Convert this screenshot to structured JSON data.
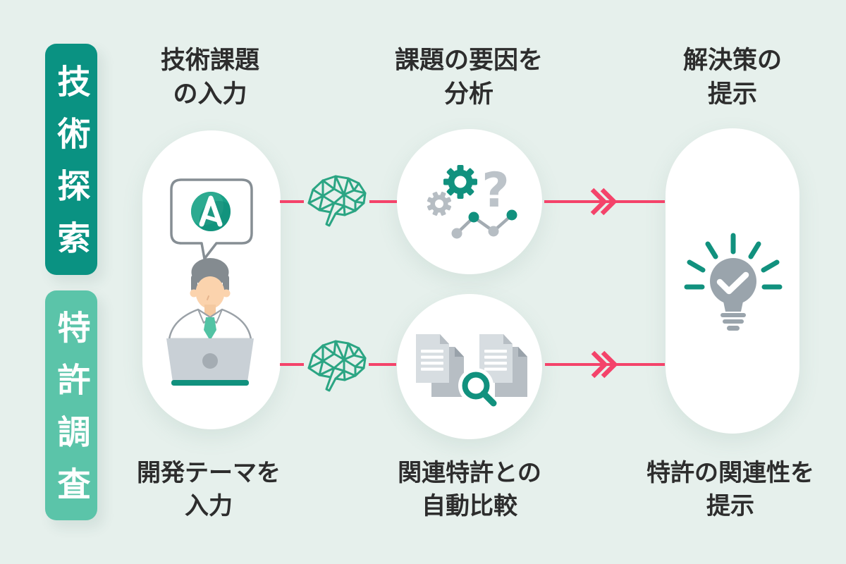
{
  "diagram_title": "",
  "left_rail": {
    "rows": [
      {
        "id": "technology-exploration",
        "label": "技術探索"
      },
      {
        "id": "patent-research",
        "label": "特許調査"
      }
    ]
  },
  "steps": {
    "top_row": [
      {
        "line1": "技術課題",
        "line2": "の入力"
      },
      {
        "line1": "課題の要因を",
        "line2": "分析"
      },
      {
        "line1": "解決策の",
        "line2": "提示"
      }
    ],
    "bottom_row": [
      {
        "line1": "開発テーマを",
        "line2": "入力"
      },
      {
        "line1": "関連特許との",
        "line2": "自動比較"
      },
      {
        "line1": "特許の関連性を",
        "line2": "提示"
      }
    ]
  },
  "icons": {
    "brain": "polygonal-brain-icon",
    "arrow": "double-chevron-arrow-icon",
    "gears": "gears-icon",
    "question": "question-mark-icon",
    "chart": "line-chart-icon",
    "documents": "patent-documents-icon",
    "magnifier": "magnifier-icon",
    "lightbulb": "lightbulb-check-icon",
    "bubble": "speech-bubble-icon",
    "logo": "a-app-logo",
    "person": "person-at-laptop-illustration"
  },
  "colors": {
    "bg": "#e6f0ec",
    "teal-dark": "#0a9282",
    "teal-light": "#5bc4a9",
    "teal-icon": "#11917e",
    "teal-brain": "#2ba583",
    "pink": "#f4436a",
    "text": "#2d2d2d",
    "gray-icon": "#b6bdc3",
    "gray-mid": "#a3abb2",
    "gray-bulb": "#9aa4ac",
    "gray-laptop": "#c9d0d6",
    "doc-light": "#d7dde1",
    "doc-dark": "#b7bec4",
    "hair": "#848b90",
    "skin": "#fbd3ad",
    "tie": "#52c3a4",
    "bubble-border": "#868e94"
  }
}
